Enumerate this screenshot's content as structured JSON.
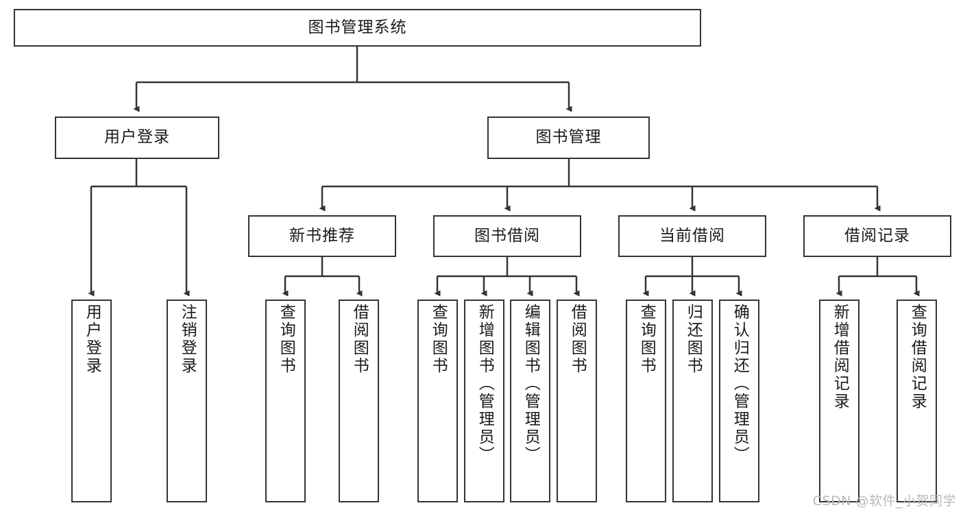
{
  "diagram": {
    "type": "tree-hierarchy",
    "title": "图书管理系统",
    "root": {
      "id": "root",
      "label": "图书管理系统"
    },
    "level1": [
      {
        "id": "user-login",
        "label": "用户登录"
      },
      {
        "id": "book-manage",
        "label": "图书管理"
      }
    ],
    "level2": [
      {
        "id": "new-book-rec",
        "label": "新书推荐",
        "parent": "book-manage"
      },
      {
        "id": "book-borrow",
        "label": "图书借阅",
        "parent": "book-manage"
      },
      {
        "id": "current-borrow",
        "label": "当前借阅",
        "parent": "book-manage"
      },
      {
        "id": "borrow-record",
        "label": "借阅记录",
        "parent": "book-manage"
      }
    ],
    "leaves": {
      "user-login": [
        {
          "id": "leaf-user-login",
          "label": "用户登录"
        },
        {
          "id": "leaf-logout",
          "label": "注销登录"
        }
      ],
      "new-book-rec": [
        {
          "id": "leaf-query-book-1",
          "label": "查询图书"
        },
        {
          "id": "leaf-borrow-book-1",
          "label": "借阅图书"
        }
      ],
      "book-borrow": [
        {
          "id": "leaf-query-book-2",
          "label": "查询图书"
        },
        {
          "id": "leaf-add-book",
          "label": "新增图书（管理员）"
        },
        {
          "id": "leaf-edit-book",
          "label": "编辑图书（管理员）"
        },
        {
          "id": "leaf-borrow-book-2",
          "label": "借阅图书"
        }
      ],
      "current-borrow": [
        {
          "id": "leaf-query-book-3",
          "label": "查询图书"
        },
        {
          "id": "leaf-return-book",
          "label": "归还图书"
        },
        {
          "id": "leaf-confirm-return",
          "label": "确认归还（管理员）"
        }
      ],
      "borrow-record": [
        {
          "id": "leaf-add-record",
          "label": "新增借阅记录"
        },
        {
          "id": "leaf-query-record",
          "label": "查询借阅记录"
        }
      ]
    },
    "colors": {
      "stroke": "#343434",
      "fill": "#ffffff",
      "text": "#1a1a1a",
      "watermark": "#b9b9b9"
    }
  },
  "watermark": {
    "text": "CSDN @软件_小贺同学"
  }
}
